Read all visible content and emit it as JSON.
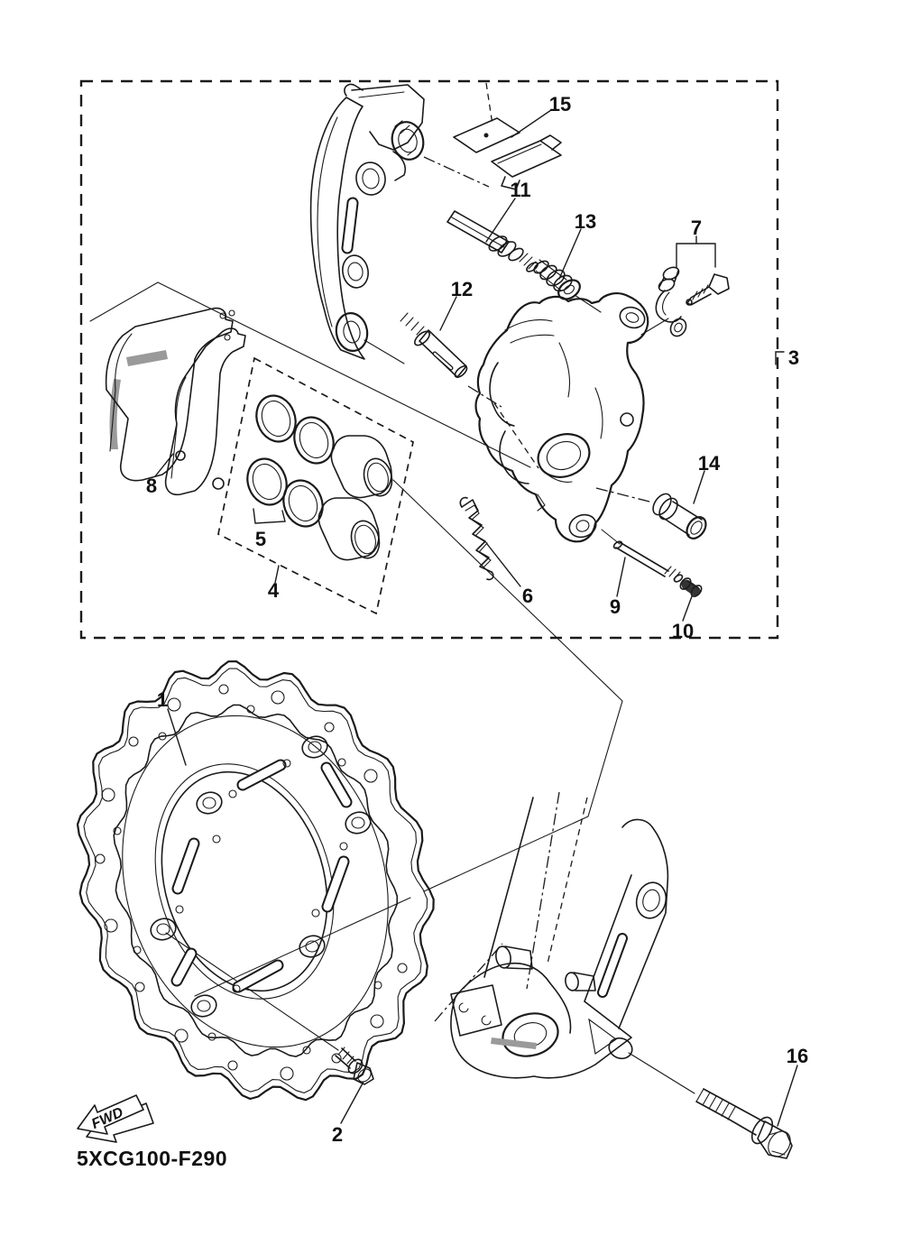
{
  "diagram": {
    "code": "5XCG100-F290",
    "fwd": "FWD",
    "callouts": {
      "c1": "1",
      "c2": "2",
      "c3": "3",
      "c4": "4",
      "c5": "5",
      "c6": "6",
      "c7": "7",
      "c8": "8",
      "c9": "9",
      "c10": "10",
      "c11": "11",
      "c12": "12",
      "c13": "13",
      "c14": "14",
      "c15": "15",
      "c16": "16"
    }
  },
  "colors": {
    "ink": "#1a1a1a",
    "shade": "#9a9a9a",
    "background": "#ffffff"
  }
}
